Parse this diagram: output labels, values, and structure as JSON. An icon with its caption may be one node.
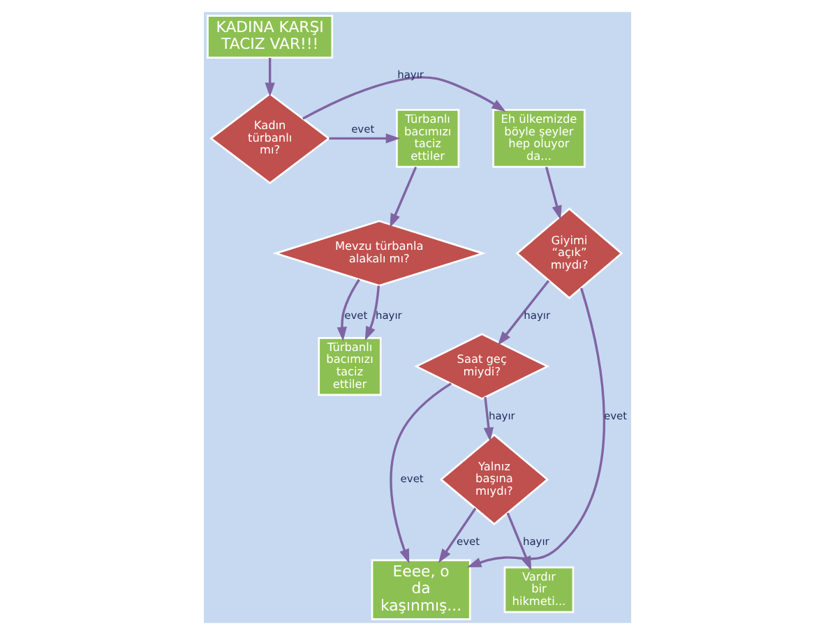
{
  "diagram": {
    "nodes": [
      {
        "text": [
          "KADINA KARŞI TACIZ VAR!!!"
        ]
      },
      {
        "text": [
          "Kadın türbanlı mı?"
        ]
      },
      {
        "text": [
          "Eh ülkemizde böyle şeyler hep oluyor da..."
        ]
      },
      {
        "text": [
          "Türbanlı bacımızı taciz ettiler"
        ]
      },
      {
        "text": [
          "Giyimi “açık” mıydı?"
        ]
      },
      {
        "text": [
          "Mevzu türbanla alakalı mı?"
        ]
      },
      {
        "text": [
          "Saat geç miydi?"
        ]
      },
      {
        "text": [
          "Eeee, o da kaşınmış..."
        ]
      },
      {
        "text": [
          "Türbanlı bacımızı taciz ettiler"
        ]
      },
      {
        "text": [
          "Yalnız başına mıydı?"
        ]
      },
      {
        "text": [
          "Vardır bir hikmeti..."
        ]
      }
    ],
    "edges": [
      {
        "from": 0,
        "to": 1,
        "arrow": "to"
      },
      {
        "from": 1,
        "to": 2,
        "arrow": "to",
        "label": "hayır"
      },
      {
        "from": 1,
        "to": 3,
        "arrow": "to",
        "label": "evet"
      },
      {
        "from": 2,
        "to": 4,
        "arrow": "to"
      },
      {
        "from": 3,
        "to": 5,
        "arrow": "to"
      },
      {
        "from": 4,
        "to": 6,
        "arrow": "to",
        "label": "hayır"
      },
      {
        "from": 4,
        "to": 7,
        "arrow": "to",
        "label": "evet"
      },
      {
        "from": 6,
        "to": 7,
        "arrow": "to",
        "label": "evet"
      },
      {
        "from": 6,
        "to": 9,
        "arrow": "to",
        "label": "hayır"
      },
      {
        "from": 9,
        "to": 7,
        "arrow": "to",
        "label": "evet"
      },
      {
        "from": 9,
        "to": 10,
        "arrow": "to",
        "label": "hayır"
      },
      {
        "from": 5,
        "to": 8,
        "arrow": "to",
        "label": "evet"
      },
      {
        "from": 5,
        "to": 8,
        "arrow": "to",
        "label": "hayır"
      }
    ]
  }
}
